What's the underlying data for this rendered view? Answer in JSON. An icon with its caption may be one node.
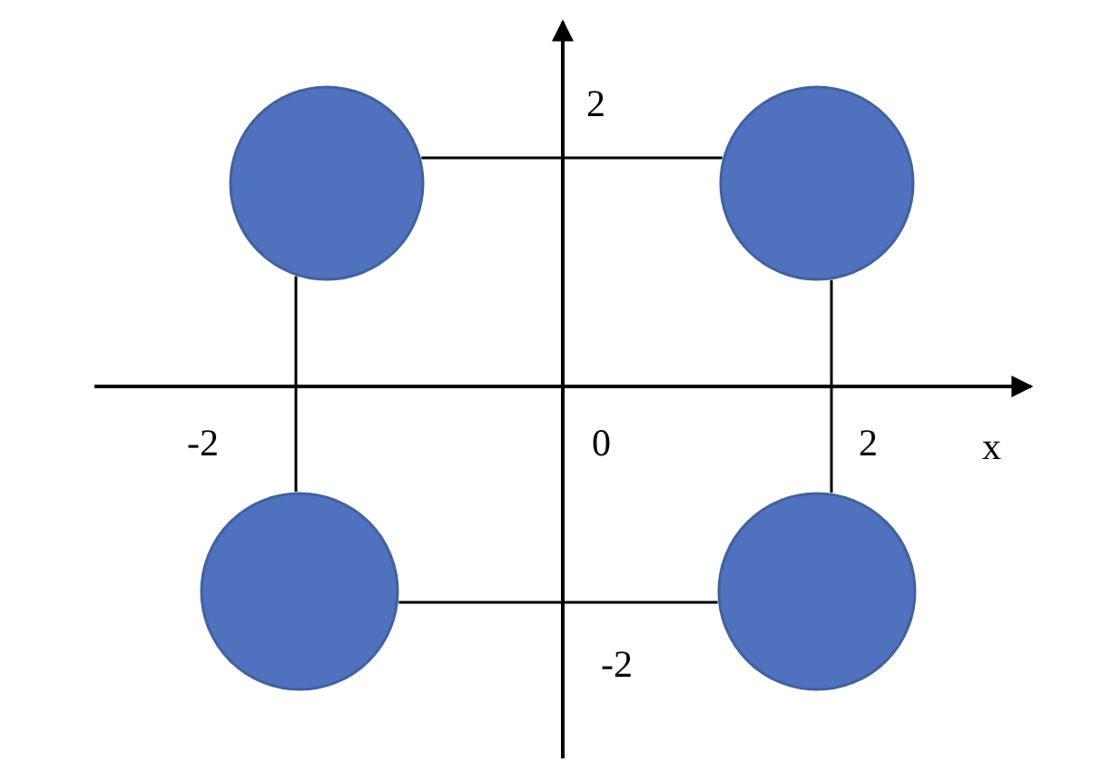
{
  "diagram": {
    "nodes": [
      {
        "text": [],
        "shape": "circle"
      },
      {
        "text": [],
        "shape": "circle"
      },
      {
        "text": [],
        "shape": "circle"
      },
      {
        "text": [],
        "shape": "circle"
      }
    ],
    "edges": [
      {
        "from": 0,
        "to": 1,
        "arrow": "none"
      },
      {
        "from": 0,
        "to": 2,
        "arrow": "none"
      },
      {
        "from": 1,
        "to": 3,
        "arrow": "none"
      },
      {
        "from": 2,
        "to": 3,
        "arrow": "none"
      }
    ],
    "labels": [
      "2",
      "-2",
      "0",
      "2",
      "x",
      "-2"
    ]
  }
}
